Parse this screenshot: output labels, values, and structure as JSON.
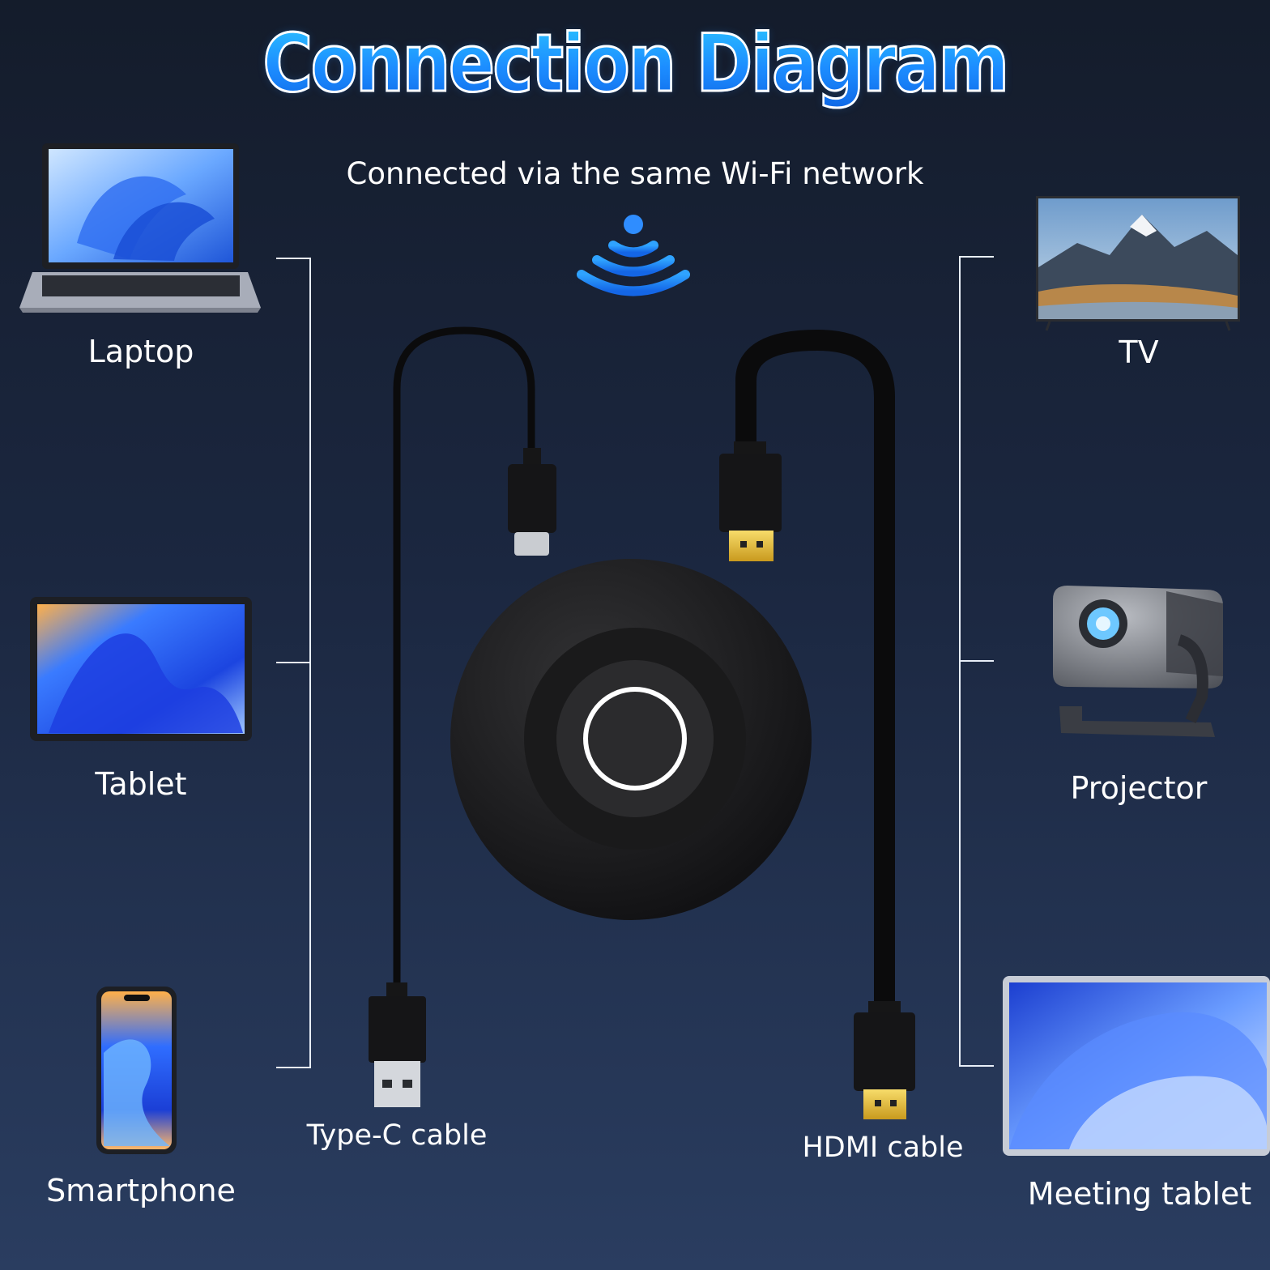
{
  "title": "Connection Diagram",
  "subtitle": "Connected via the same Wi-Fi network",
  "icons": {
    "wifi": "wifi-icon"
  },
  "source_devices": [
    {
      "label": "Laptop"
    },
    {
      "label": "Tablet"
    },
    {
      "label": "Smartphone"
    }
  ],
  "display_devices": [
    {
      "label": "TV"
    },
    {
      "label": "Projector"
    },
    {
      "label": "Meeting tablet"
    }
  ],
  "cables": {
    "type_c": "Type-C cable",
    "hdmi": "HDMI cable"
  },
  "colors": {
    "accent_blue": "#1a8dff",
    "title_blue_light": "#2fd2ff",
    "background_top": "#141c2b",
    "background_bottom": "#2a3d60",
    "connector_gold": "#e8c23a"
  }
}
